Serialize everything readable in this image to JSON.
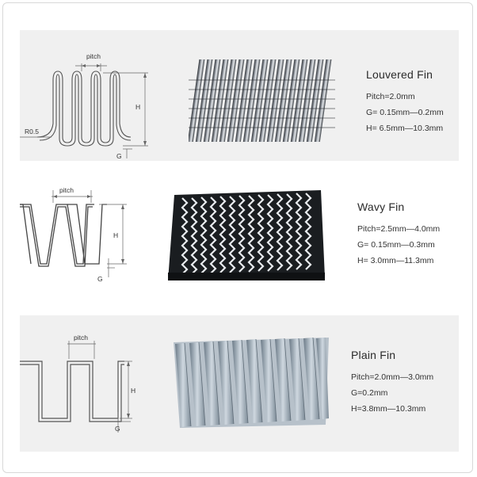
{
  "fins": [
    {
      "name": "Louvered Fin",
      "specs": [
        "Pitch=2.0mm",
        "G= 0.15mm—0.2mm",
        "H= 6.5mm—10.3mm"
      ],
      "diagram_labels": {
        "pitch": "pitch",
        "height": "H",
        "gap": "G",
        "radius": "R0.5"
      },
      "photo_icon": "louvered-fin-photo"
    },
    {
      "name": "Wavy Fin",
      "specs": [
        "Pitch=2.5mm—4.0mm",
        "G= 0.15mm—0.3mm",
        "H= 3.0mm—11.3mm"
      ],
      "diagram_labels": {
        "pitch": "pitch",
        "height": "H",
        "gap": "G"
      },
      "photo_icon": "wavy-fin-photo"
    },
    {
      "name": "Plain Fin",
      "specs": [
        "Pitch=2.0mm—3.0mm",
        "G=0.2mm",
        "H=3.8mm—10.3mm"
      ],
      "diagram_labels": {
        "pitch": "pitch",
        "height": "H",
        "gap": "G"
      },
      "photo_icon": "plain-fin-photo"
    }
  ]
}
